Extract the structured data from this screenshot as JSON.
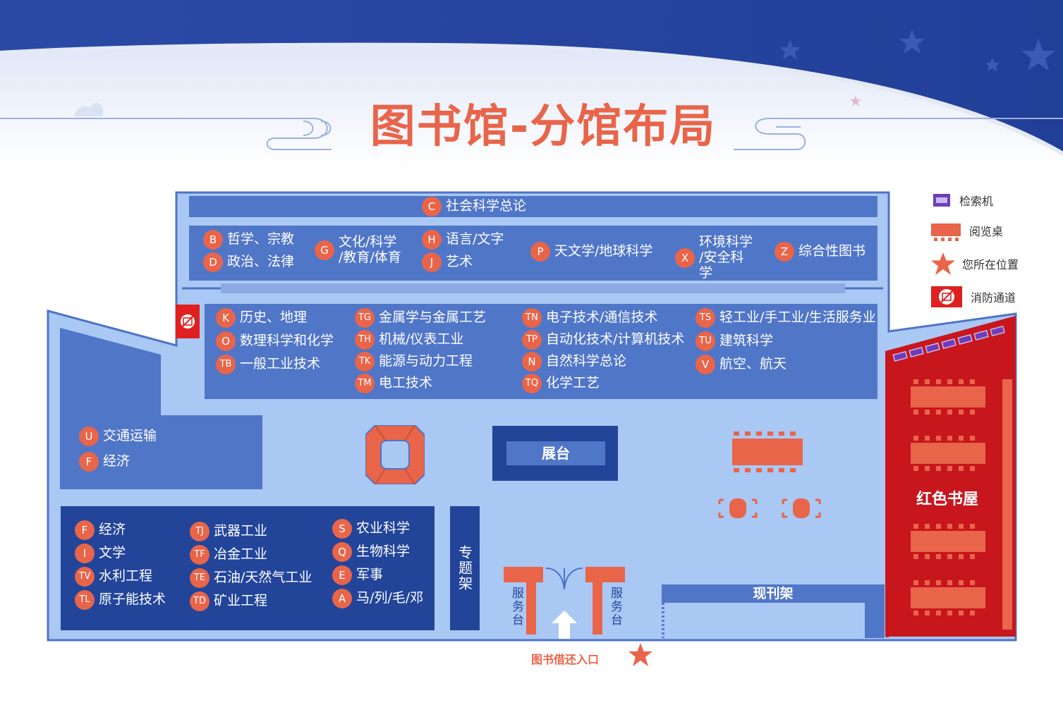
{
  "title": "图书馆-分馆布局",
  "colors": {
    "accent": "#e8654a",
    "shelf": "#5076c8",
    "floor": "#aac8f4",
    "navy": "#22459a",
    "red_room": "#c8161d",
    "purple": "#6f3db5"
  },
  "top_shelf": {
    "code": "C",
    "label": "社会科学总论"
  },
  "row2": [
    {
      "items": [
        {
          "code": "B",
          "label": "哲学、宗教"
        },
        {
          "code": "D",
          "label": "政治、法律"
        }
      ]
    },
    {
      "items": [
        {
          "code": "G",
          "label": "文化/科学 /教育/体育"
        }
      ]
    },
    {
      "items": [
        {
          "code": "H",
          "label": "语言/文字"
        },
        {
          "code": "J",
          "label": "艺术"
        }
      ]
    },
    {
      "items": [
        {
          "code": "P",
          "label": "天文学/地球科学"
        }
      ]
    },
    {
      "items": [
        {
          "code": "X",
          "label": "环境科学 /安全科学"
        }
      ]
    },
    {
      "items": [
        {
          "code": "Z",
          "label": "综合性图书"
        }
      ]
    }
  ],
  "row3": [
    {
      "items": [
        {
          "code": "K",
          "label": "历史、地理"
        },
        {
          "code": "O",
          "label": "数理科学和化学"
        },
        {
          "code": "TB",
          "label": "一般工业技术"
        }
      ]
    },
    {
      "items": [
        {
          "code": "TG",
          "label": "金属学与金属工艺"
        },
        {
          "code": "TH",
          "label": "机械/仪表工业"
        },
        {
          "code": "TK",
          "label": "能源与动力工程"
        },
        {
          "code": "TM",
          "label": "电工技术"
        }
      ]
    },
    {
      "items": [
        {
          "code": "TN",
          "label": "电子技术/通信技术"
        },
        {
          "code": "TP",
          "label": "自动化技术/计算机技术"
        },
        {
          "code": "N",
          "label": "自然科学总论"
        },
        {
          "code": "TQ",
          "label": "化学工艺"
        }
      ]
    },
    {
      "items": [
        {
          "code": "TS",
          "label": "轻工业/手工业/生活服务业"
        },
        {
          "code": "TU",
          "label": "建筑科学"
        },
        {
          "code": "V",
          "label": "航空、航天"
        }
      ]
    }
  ],
  "left_block": [
    {
      "code": "U",
      "label": "交通运输"
    },
    {
      "code": "F",
      "label": "经济"
    }
  ],
  "bottom_block": [
    {
      "items": [
        {
          "code": "F",
          "label": "经济"
        },
        {
          "code": "I",
          "label": "文学"
        },
        {
          "code": "TV",
          "label": "水利工程"
        },
        {
          "code": "TL",
          "label": "原子能技术"
        }
      ]
    },
    {
      "items": [
        {
          "code": "TJ",
          "label": "武器工业"
        },
        {
          "code": "TF",
          "label": "冶金工业"
        },
        {
          "code": "TE",
          "label": "石油/天然气工业"
        },
        {
          "code": "TD",
          "label": "矿业工程"
        }
      ]
    },
    {
      "items": [
        {
          "code": "S",
          "label": "农业科学"
        },
        {
          "code": "Q",
          "label": "生物科学"
        },
        {
          "code": "E",
          "label": "军事"
        },
        {
          "code": "A",
          "label": "马/列/毛/邓"
        }
      ]
    }
  ],
  "special_shelf": "专题架",
  "exhibit": "展台",
  "service_desk_left": "服务台",
  "service_desk_right": "服务台",
  "periodicals": "现刊架",
  "red_room": "红色书屋",
  "entrance": "图书借还入口",
  "legend": [
    {
      "icon": "catalog-terminal-icon",
      "label": "检索机"
    },
    {
      "icon": "reading-table-icon",
      "label": "阅览桌"
    },
    {
      "icon": "star-icon",
      "label": "您所在位置"
    },
    {
      "icon": "fire-exit-icon",
      "label": "消防通道"
    }
  ]
}
